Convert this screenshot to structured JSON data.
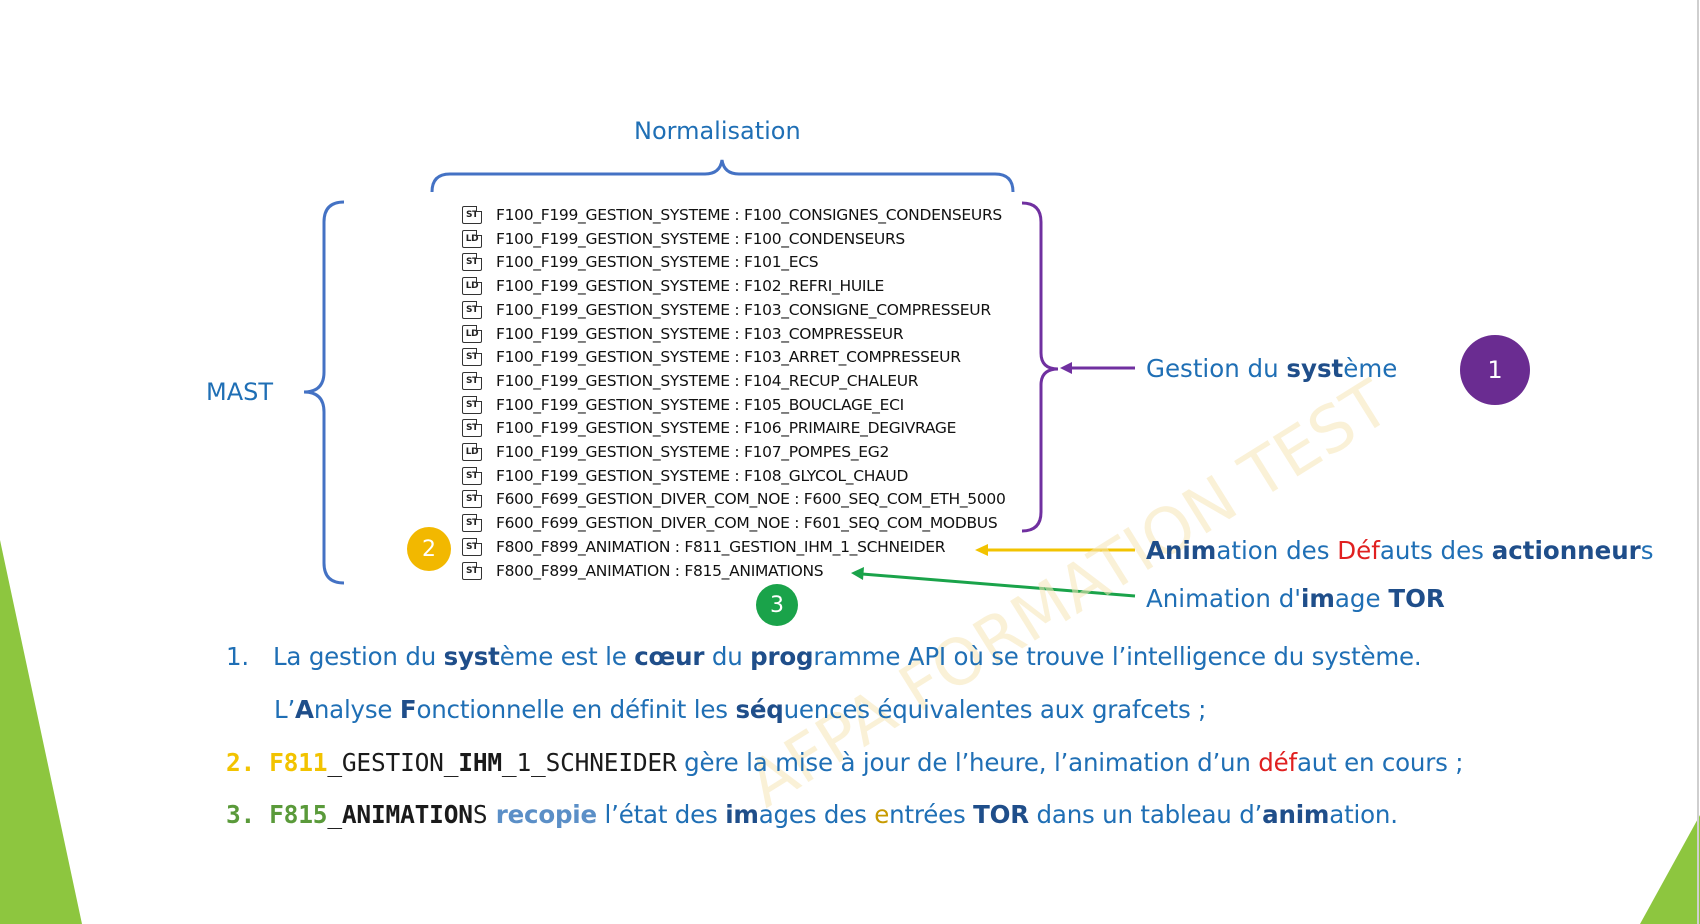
{
  "diagram": {
    "normalisation_label": "Normalisation",
    "mast_label": "MAST",
    "tree_items": [
      {
        "icon": "ST",
        "text": "F100_F199_GESTION_SYSTEME : F100_CONSIGNES_CONDENSEURS"
      },
      {
        "icon": "LD",
        "text": "F100_F199_GESTION_SYSTEME : F100_CONDENSEURS"
      },
      {
        "icon": "ST",
        "text": "F100_F199_GESTION_SYSTEME : F101_ECS"
      },
      {
        "icon": "LD",
        "text": "F100_F199_GESTION_SYSTEME : F102_REFRI_HUILE"
      },
      {
        "icon": "ST",
        "text": "F100_F199_GESTION_SYSTEME : F103_CONSIGNE_COMPRESSEUR"
      },
      {
        "icon": "LD",
        "text": "F100_F199_GESTION_SYSTEME : F103_COMPRESSEUR"
      },
      {
        "icon": "ST",
        "text": "F100_F199_GESTION_SYSTEME : F103_ARRET_COMPRESSEUR"
      },
      {
        "icon": "ST",
        "text": "F100_F199_GESTION_SYSTEME : F104_RECUP_CHALEUR"
      },
      {
        "icon": "ST",
        "text": "F100_F199_GESTION_SYSTEME : F105_BOUCLAGE_ECI"
      },
      {
        "icon": "ST",
        "text": "F100_F199_GESTION_SYSTEME : F106_PRIMAIRE_DEGIVRAGE"
      },
      {
        "icon": "LD",
        "text": "F100_F199_GESTION_SYSTEME : F107_POMPES_EG2"
      },
      {
        "icon": "ST",
        "text": "F100_F199_GESTION_SYSTEME : F108_GLYCOL_CHAUD"
      },
      {
        "icon": "ST",
        "text": "F600_F699_GESTION_DIVER_COM_NOE : F600_SEQ_COM_ETH_5000"
      },
      {
        "icon": "ST",
        "text": "F600_F699_GESTION_DIVER_COM_NOE : F601_SEQ_COM_MODBUS"
      },
      {
        "icon": "ST",
        "text": "F800_F899_ANIMATION : F811_GESTION_IHM_1_SCHNEIDER"
      },
      {
        "icon": "ST",
        "text": "F800_F899_ANIMATION : F815_ANIMATIONS"
      }
    ],
    "callouts": {
      "gestion": {
        "pre": "Gestion du ",
        "bold": "syst",
        "post": "ème"
      },
      "animation_defauts": {
        "p1b": "Anim",
        "p1": "ation des ",
        "p2r": "Déf",
        "p2": "auts des ",
        "p3b": "actionneur",
        "p3": "s"
      },
      "animation_image": {
        "p1": "Animation d'",
        "p2b": "im",
        "p3": "age ",
        "p4b": "TOR"
      }
    },
    "badges": [
      {
        "number": "1",
        "color": "#6a2c91"
      },
      {
        "number": "2",
        "color": "#f2b800"
      },
      {
        "number": "3",
        "color": "#1aa34a"
      }
    ],
    "colors": {
      "bracket_blue": "#4472c4",
      "bracket_purple": "#7030a0",
      "arrow_yellow": "#f2c300",
      "arrow_green": "#1aa34a",
      "triangle_green": "#8dc63f"
    }
  },
  "notes": {
    "n1": {
      "num": "1.",
      "a": "La gestion du ",
      "b": "syst",
      "c": "ème est le ",
      "d": "cœur",
      "e": " du ",
      "f": "prog",
      "g": "ramme API où se trouve l’intelligence du système.",
      "l2a": "L’",
      "l2b": "A",
      "l2c": "nalyse ",
      "l2d": "F",
      "l2e": "onctionnelle en définit les ",
      "l2f": "séq",
      "l2g": "uences équivalentes aux grafcets ;"
    },
    "n2": {
      "num": "2.",
      "f": "F811",
      "mid": "_GESTION_",
      "bold": "IHM",
      "end": "_1_SCHNEIDER",
      "t1": " gère la mise à jour de l’heure, l’animation d’un ",
      "red": "déf",
      "t2": "aut en cours ;"
    },
    "n3": {
      "num": "3.",
      "f": "F815",
      "mid": "_",
      "bold": "ANIMATION",
      "end": "S",
      "rec": " recopie",
      "t1": " l’état des ",
      "b1": "im",
      "t2": "ag",
      "t3": "es des ",
      "g": "e",
      "t4": "ntrées ",
      "b2": "TOR",
      "t5": " dans un tableau d’",
      "b3": "anim",
      "t6": "ation."
    }
  }
}
